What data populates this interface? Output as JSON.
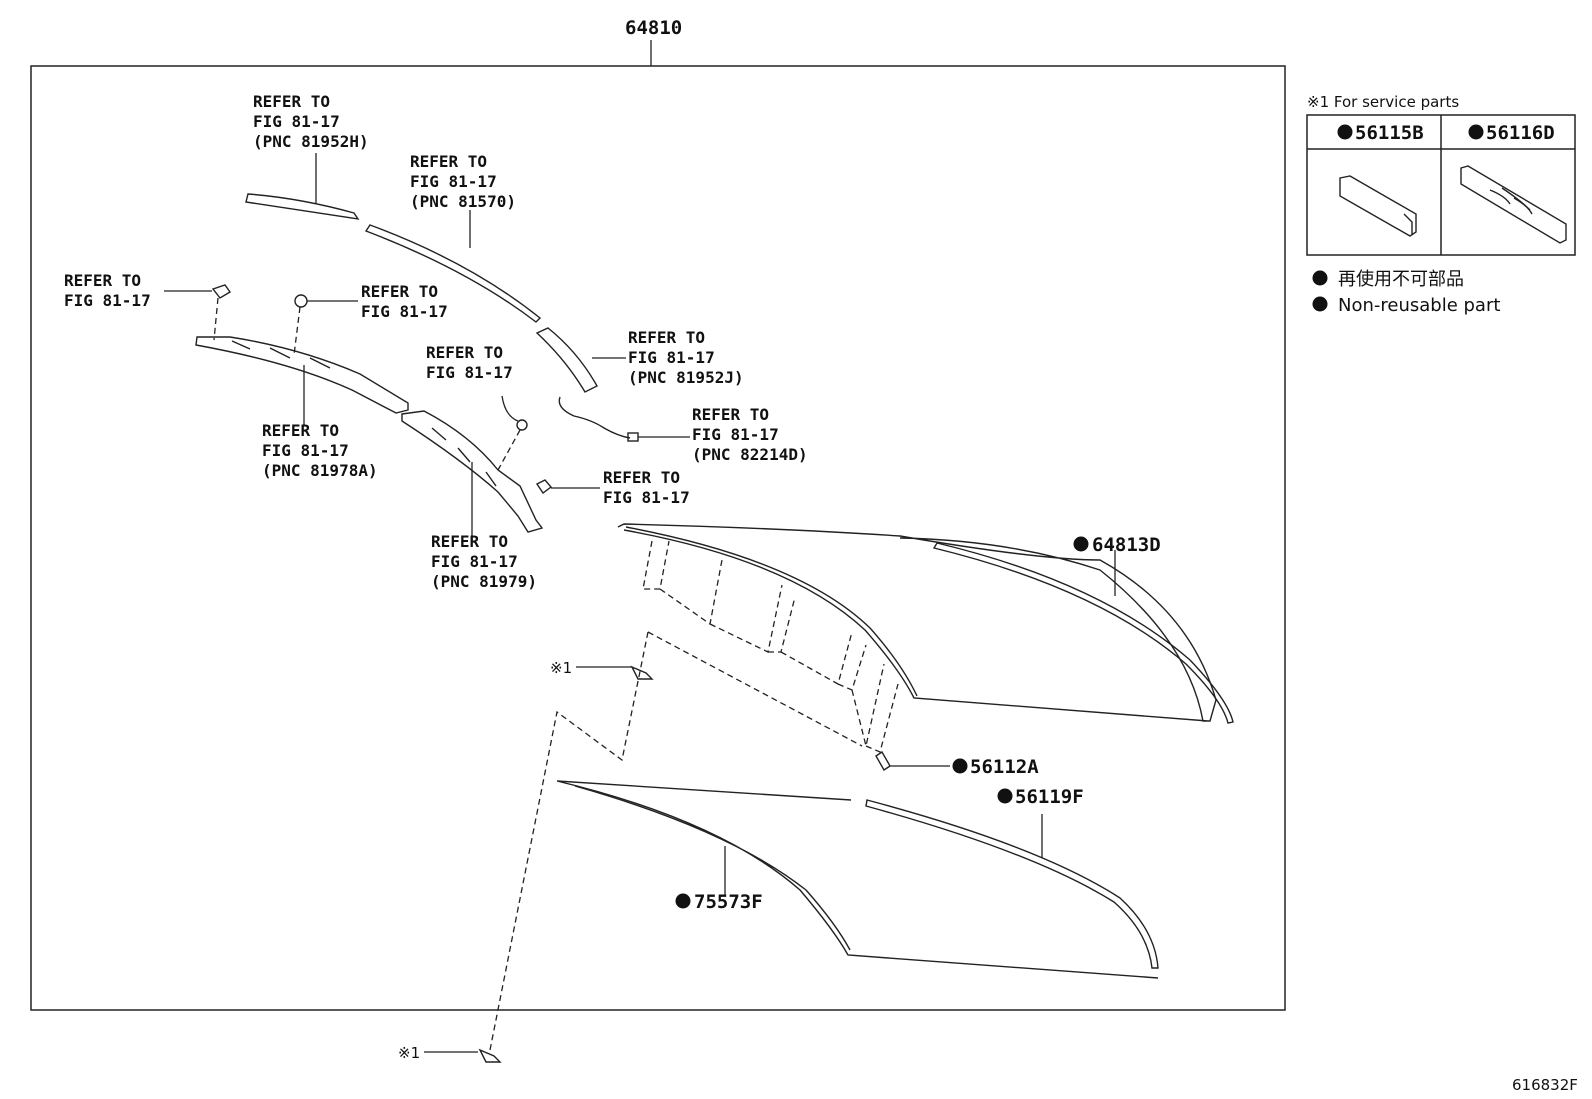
{
  "assembly": {
    "part_number": "64810"
  },
  "callouts": {
    "c1": [
      "REFER TO",
      "FIG 81-17",
      "(PNC 81952H)"
    ],
    "c2": [
      "REFER TO",
      "FIG 81-17",
      "(PNC 81570)"
    ],
    "c3": [
      "REFER TO",
      "FIG 81-17"
    ],
    "c4": [
      "REFER TO",
      "FIG 81-17"
    ],
    "c5": [
      "REFER TO",
      "FIG 81-17",
      "(PNC 81952J)"
    ],
    "c6": [
      "REFER TO",
      "FIG 81-17"
    ],
    "c7": [
      "REFER TO",
      "FIG 81-17",
      "(PNC 82214D)"
    ],
    "c8": [
      "REFER TO",
      "FIG 81-17",
      "(PNC 81978A)"
    ],
    "c9": [
      "REFER TO",
      "FIG 81-17"
    ],
    "c10": [
      "REFER TO",
      "FIG 81-17",
      "(PNC 81979)"
    ]
  },
  "parts": {
    "p64813d": "64813D",
    "p56112a": "56112A",
    "p56119f": "56119F",
    "p75573f": "75573F"
  },
  "ref_marks": {
    "mark1": "※1",
    "mark2": "※1"
  },
  "service_box": {
    "heading": "※1 For service parts",
    "col1": "56115B",
    "col2": "56116D"
  },
  "legend": {
    "line_jp": "再使用不可部品",
    "line_en": "Non-reusable part"
  },
  "figure_code": "616832F"
}
